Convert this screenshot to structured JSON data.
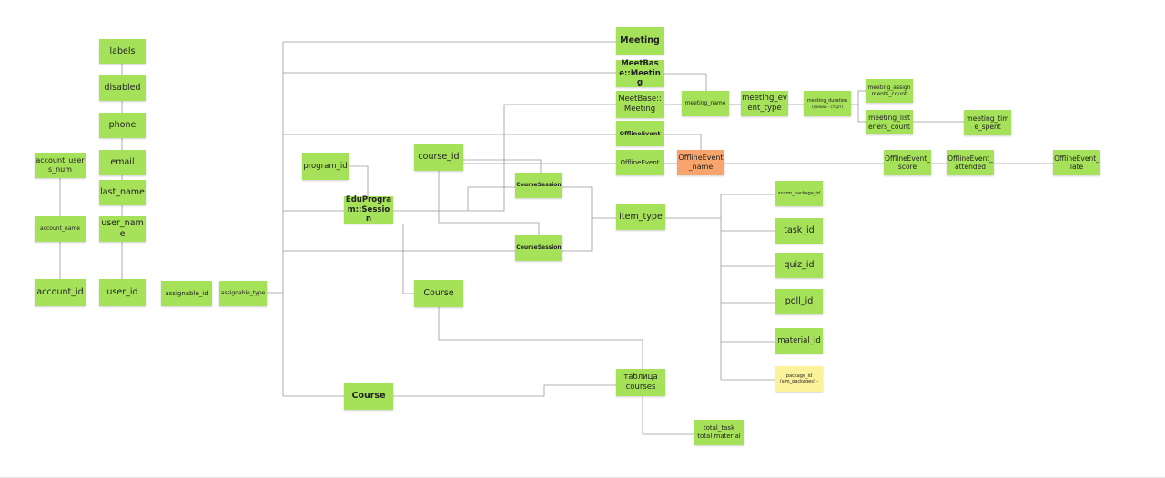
{
  "nodes": {
    "labels": "labels",
    "disabled": "disabled",
    "phone": "phone",
    "email": "email",
    "last_name": "last_name",
    "user_name": "user_name",
    "user_id": "user_id",
    "account_users_num": "account_users_num",
    "account_name": "account_name",
    "account_id": "account_id",
    "assignable_id": "assignable_id",
    "assignable_type": "assignable_type",
    "program_id": "program_id",
    "edu_program_session": "EduProgram::Session",
    "course_id": "course_id",
    "course_mid": "Course",
    "course_bold": "Course",
    "meeting": "Meeting",
    "meetbase_bold": "MeetBase::Meeting",
    "meetbase": "MeetBase::Meeting",
    "offline_event_bold": "OfflineEvent",
    "offline_event": "OfflineEvent",
    "offline_event_name": "OfflineEvent_name",
    "meeting_name": "meeting_name",
    "meeting_event_type": "meeting_event_type",
    "meeting_duration": "meeting_duration",
    "meeting_duration_note": "(финиш - старт)",
    "meeting_assignments_count": "meeting_assignments_count",
    "meeting_listeners_count": "meeting_listeners_count",
    "meeting_time_spent": "meeting_time_spent",
    "offline_event_score": "OfflineEvent_score",
    "offline_event_attended": "OfflineEvent_attended",
    "offline_event_late": "OfflineEvent_late",
    "course_session_1": "CourseSession",
    "course_session_2": "CourseSession",
    "item_type": "item_type",
    "scorm_package_id": "scorm_package_id",
    "task_id": "task_id",
    "quiz_id": "quiz_id",
    "poll_id": "poll_id",
    "material_id": "material_id",
    "package_id": "package_id (sim_packages) -",
    "courses_table": "таблица courses",
    "totals": "total_task total material"
  },
  "colors": {
    "sticky": "#a6e15a",
    "highlight": "#f7a56c",
    "note": "#fbf29a",
    "line": "#9a9a9a"
  }
}
